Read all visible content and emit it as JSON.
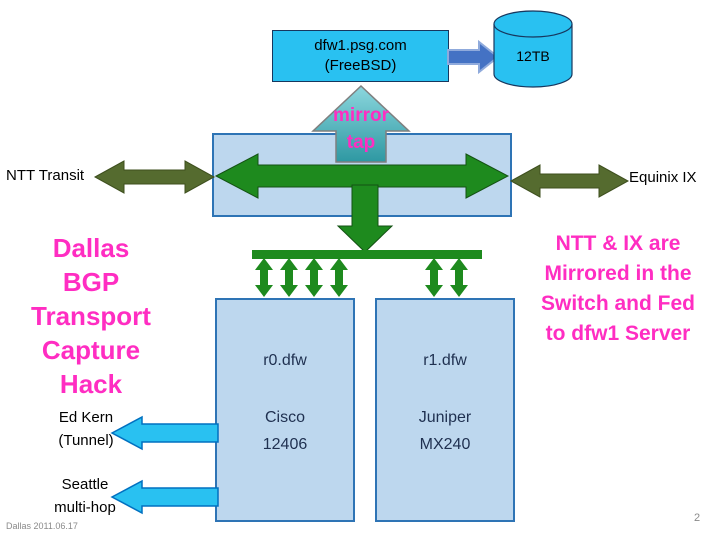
{
  "colors": {
    "magenta_text": "#FF2DC2",
    "green_arrow": "#1E8A1E",
    "olive_arrow": "#556B2F",
    "cyan_fill": "#29C1F1",
    "box_fill": "#BDD7EE",
    "box_border": "#2E74B5",
    "blue_arrow": "#4472C4",
    "teal_arrow": "#3FA7AE"
  },
  "server": {
    "label": "dfw1.psg.com\n(FreeBSD)"
  },
  "storage": {
    "label": "12TB"
  },
  "mirror_tap": {
    "label": "mirror\ntap"
  },
  "left_link": {
    "label": "NTT Transit"
  },
  "right_link": {
    "label": "Equinix IX"
  },
  "title": {
    "text": "Dallas\nBGP\nTransport\nCapture\nHack"
  },
  "note": {
    "text": "NTT & IX are\nMirrored in the\nSwitch and Fed\nto dfw1 Server"
  },
  "tunnels": [
    {
      "label": "Ed Kern\n(Tunnel)"
    },
    {
      "label": "Seattle\nmulti-hop"
    }
  ],
  "routers": [
    {
      "name": "r0.dfw",
      "detail": "Cisco\n12406"
    },
    {
      "name": "r1.dfw",
      "detail": "Juniper\nMX240"
    }
  ],
  "footer": {
    "date": "Dallas 2011.06.17",
    "page": "2"
  }
}
